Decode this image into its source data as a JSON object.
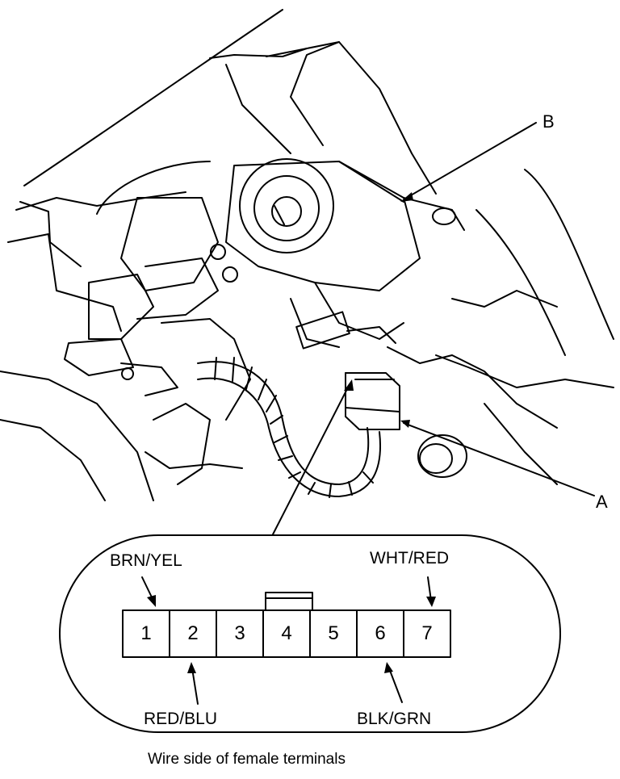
{
  "callouts": {
    "a": "A",
    "b": "B"
  },
  "connector": {
    "pins": [
      "1",
      "2",
      "3",
      "4",
      "5",
      "6",
      "7"
    ],
    "wires": {
      "pin1": "BRN/YEL",
      "pin2": "RED/BLU",
      "pin6": "BLK/GRN",
      "pin7": "WHT/RED"
    }
  },
  "caption": "Wire side of female terminals"
}
